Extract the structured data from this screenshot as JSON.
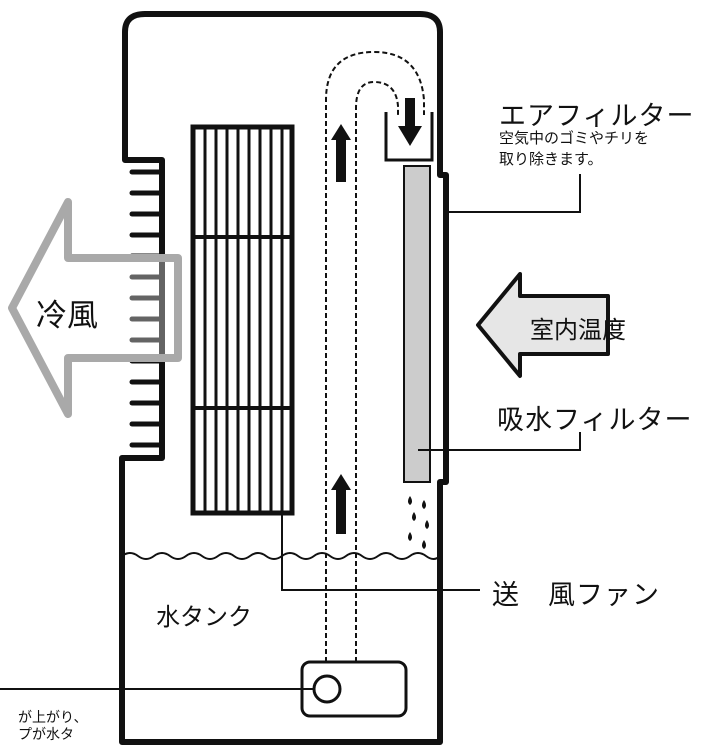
{
  "labels": {
    "air_filter_title": "エアフィルター",
    "air_filter_desc_1": "空気中のゴミやチリを",
    "air_filter_desc_2": "取り除きます。",
    "room_temp": "室内温度",
    "absorb_filter": "吸水フィルター",
    "fan": "送　風ファン",
    "water_tank": "水タンク",
    "cold_air": "冷風",
    "bottom_note_1": "が上がり、",
    "bottom_note_2": "プが水タ"
  },
  "colors": {
    "outline": "#111111",
    "cold_arrow": "#a9a9a9",
    "filter_fill": "#cccccc",
    "room_arrow_fill": "#e6e6e6"
  }
}
